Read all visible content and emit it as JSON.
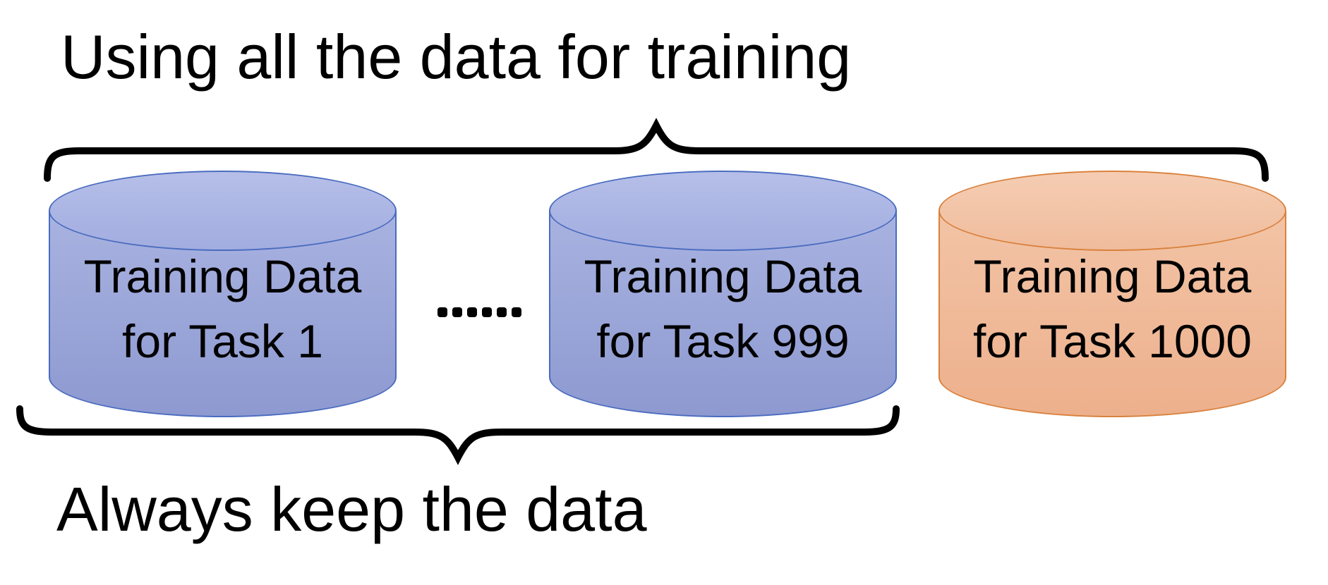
{
  "top_label": "Using all the data for training",
  "bottom_label": "Always keep the data",
  "separator": {
    "label": "......"
  },
  "cylinders": [
    {
      "line1": "Training Data",
      "line2": "for Task 1",
      "color_scheme": "blue"
    },
    {
      "line1": "Training Data",
      "line2": "for Task 999",
      "color_scheme": "blue"
    },
    {
      "line1": "Training Data",
      "line2": "for Task 1000",
      "color_scheme": "orange"
    }
  ],
  "colors": {
    "blue-stroke": "#4a6bbf",
    "blue-top-light": "#b6bfe8",
    "blue-top-dark": "#a2ade0",
    "blue-body-light": "#a9b3e1",
    "blue-body-dark": "#8d99d0",
    "orange-stroke": "#d9813d",
    "orange-top-light": "#f5cdb3",
    "orange-top-dark": "#f0bc9c",
    "orange-body-light": "#f2c4a6",
    "orange-body-dark": "#edb08c",
    "text": "#000000",
    "brace": "#000000"
  }
}
